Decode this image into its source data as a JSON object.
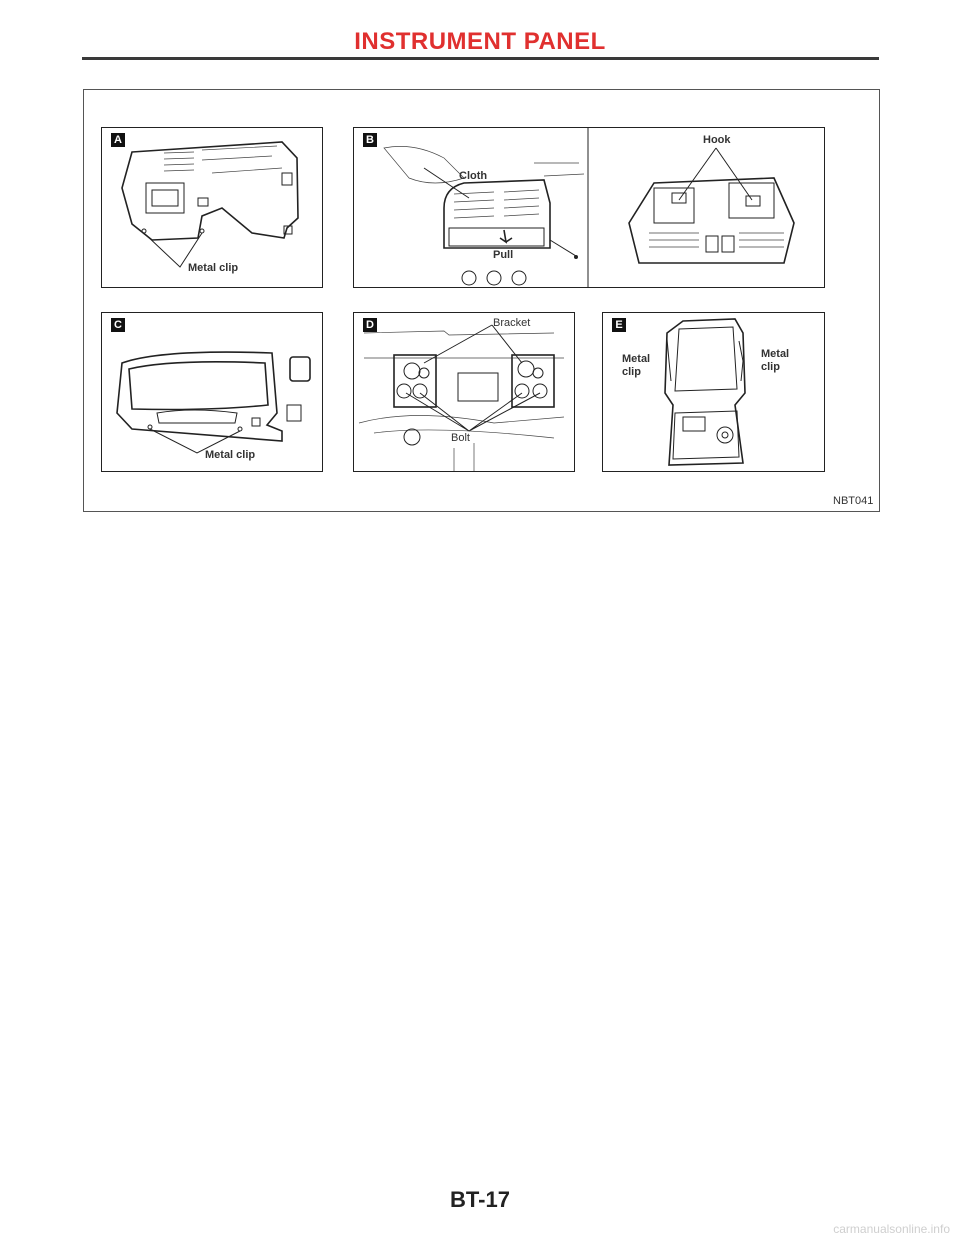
{
  "header": {
    "title": "INSTRUMENT PANEL"
  },
  "figure": {
    "code": "NBT041",
    "panels": {
      "A": {
        "badge": "A",
        "labels": [
          "Metal clip"
        ]
      },
      "B": {
        "badge": "B",
        "labels": [
          "Cloth",
          "Pull",
          "Hook"
        ]
      },
      "C": {
        "badge": "C",
        "labels": [
          "Metal clip"
        ]
      },
      "D": {
        "badge": "D",
        "labels": [
          "Bracket",
          "Bolt"
        ]
      },
      "E": {
        "badge": "E",
        "labels": [
          "Metal clip",
          "Metal clip"
        ]
      }
    }
  },
  "footer": {
    "page": "BT-17"
  },
  "watermark": "carmanualsonline.info"
}
